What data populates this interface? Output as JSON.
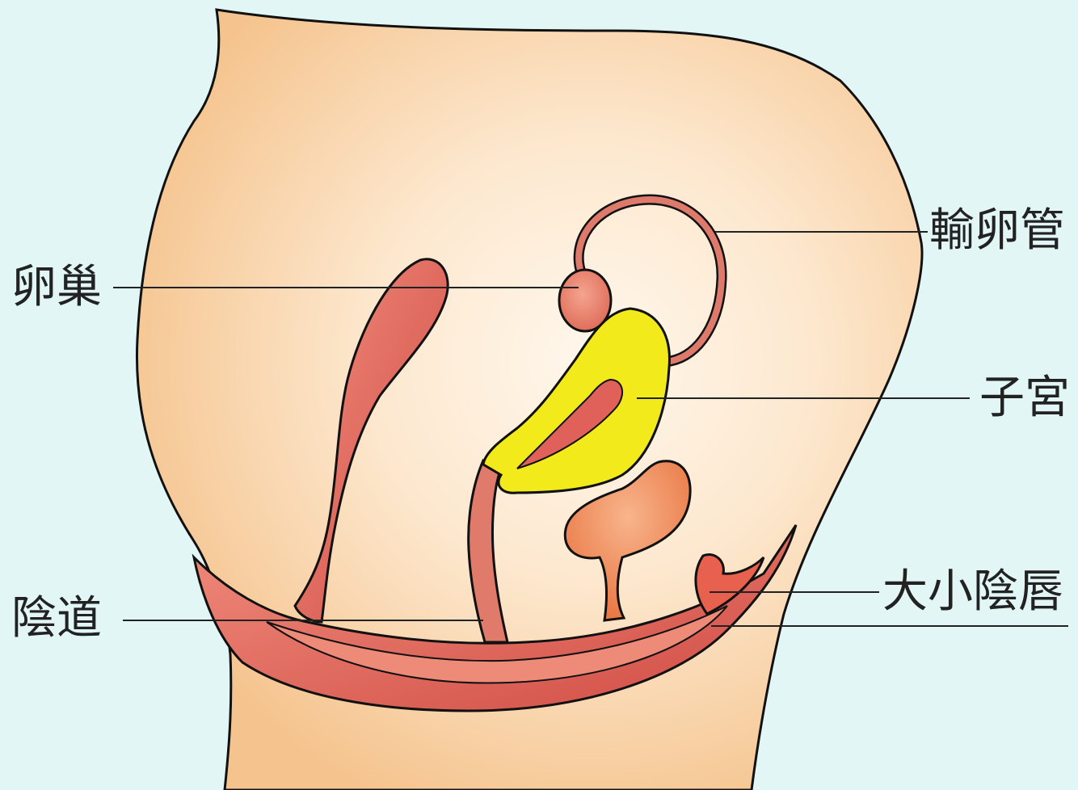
{
  "labels": {
    "oviduct": "輸卵管",
    "ovary": "卵巢",
    "uterus": "子宮",
    "labia": "大小陰唇",
    "vagina": "陰道"
  },
  "colors": {
    "background": "#e3f6f6",
    "skin_light": "#fdeedd",
    "skin": "#f7cf9c",
    "organ_red": "#d9655a",
    "organ_light": "#f0a080",
    "uterus_yellow": "#f3ea1c",
    "outline": "#111111"
  }
}
